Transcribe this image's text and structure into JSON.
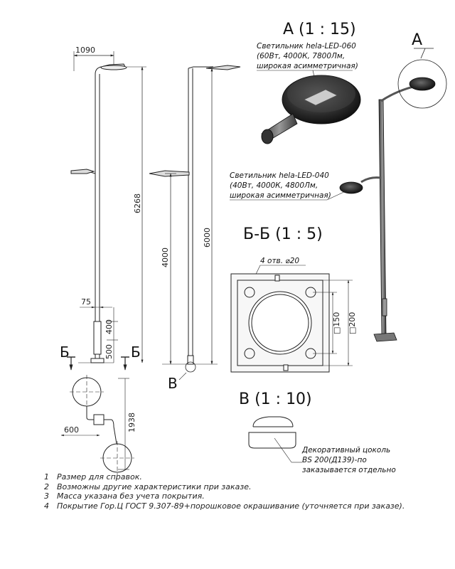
{
  "dimensions": {
    "top_width": "1090",
    "total_height": "6268",
    "lower_arm_height": "4000",
    "pole_height": "6000",
    "base_75": "75",
    "base_400": "400",
    "base_500": "500",
    "plan_1938": "1938",
    "plan_600": "600"
  },
  "section_marks": {
    "left": "Б",
    "right": "Б",
    "callout_b": "В",
    "callout_a": "А"
  },
  "detail_a": {
    "title": "А (1 : 15)",
    "lamp_lines": [
      "Светильник hela-LED-060",
      "(60Вт, 4000К, 7800Лм,",
      "широкая асимметричная)"
    ]
  },
  "lower_lamp": {
    "lines": [
      "Светильник hela-LED-040",
      "(40Вт, 4000К, 4800Лм,",
      "широкая асимметричная)"
    ]
  },
  "section_bb": {
    "title": "Б-Б (1 : 5)",
    "holes_label": "4 отв. ⌀20",
    "dim_150": "□150",
    "dim_200": "□200"
  },
  "detail_v": {
    "title": "В (1 : 10)",
    "lines": [
      "Декоративный цоколь",
      "BS 200(Д139)-по",
      "заказывается отдельно"
    ]
  },
  "notes": [
    {
      "num": "1",
      "text": "Размер для справок."
    },
    {
      "num": "2",
      "text": "Возможны другие характеристики при заказе."
    },
    {
      "num": "3",
      "text": "Масса указана без учета покрытия."
    },
    {
      "num": "4",
      "text": "Покрытие Гор.Ц ГОСТ 9.307-89+порошковое окрашивание (уточняется при заказе)."
    }
  ]
}
